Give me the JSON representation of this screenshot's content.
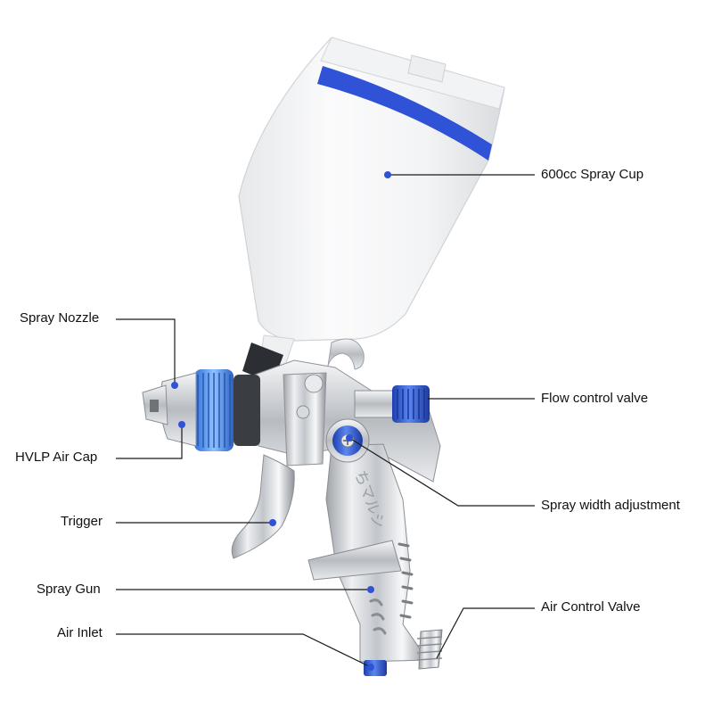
{
  "diagram": {
    "accent_color": "#2f52d6",
    "leader_color": "#1a1a1a",
    "labels": {
      "spray_cup": "600cc Spray Cup",
      "spray_nozzle": "Spray Nozzle",
      "flow_control_valve": "Flow control valve",
      "hvlp_air_cap": "HVLP Air Cap",
      "spray_width_adjustment": "Spray width adjustment",
      "trigger": "Trigger",
      "spray_gun": "Spray Gun",
      "air_control_valve": "Air Control Valve",
      "air_inlet": "Air Inlet"
    },
    "body_engraving": "ちマルシ"
  }
}
